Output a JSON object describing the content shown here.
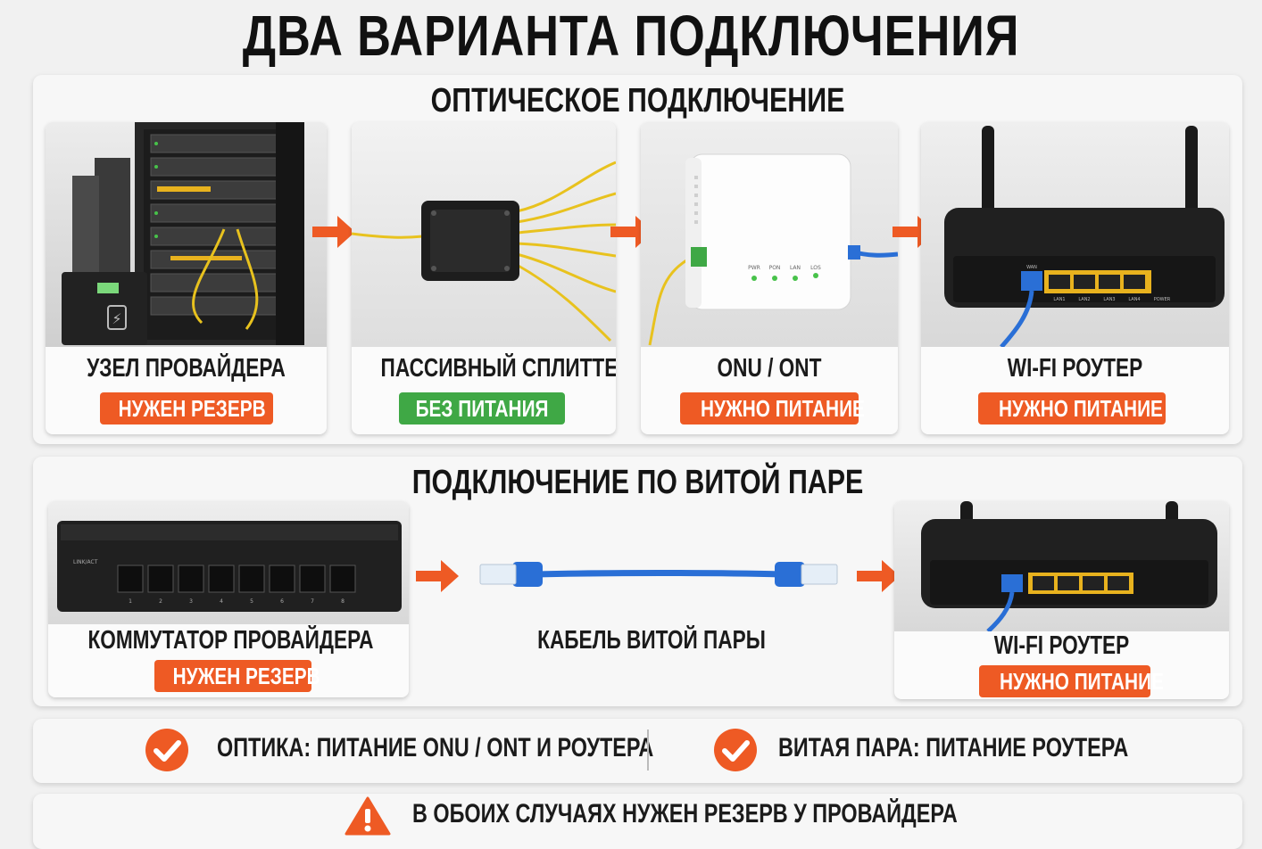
{
  "title": "ДВА ВАРИАНТА ПОДКЛЮЧЕНИЯ ИНТЕРНЕТА",
  "optical": {
    "title": "ОПТИЧЕСКОЕ ПОДКЛЮЧЕНИЕ",
    "cards": [
      {
        "label": "УЗЕЛ ПРОВАЙДЕРА",
        "badge": "НУЖЕН РЕЗЕРВ",
        "badge_color": "#ee5a24"
      },
      {
        "label": "ПАССИВНЫЙ СПЛИТТЕР",
        "badge": "БЕЗ ПИТАНИЯ",
        "badge_color": "#3fa845"
      },
      {
        "label": "ONU / ONT",
        "badge": "НУЖНО ПИТАНИЕ",
        "badge_color": "#ee5a24"
      },
      {
        "label": "WI-FI РОУТЕР",
        "badge": "НУЖНО ПИТАНИЕ",
        "badge_color": "#ee5a24"
      }
    ]
  },
  "twisted": {
    "title": "ПОДКЛЮЧЕНИЕ ПО ВИТОЙ ПАРЕ",
    "cards": [
      {
        "label": "КОММУТАТОР ПРОВАЙДЕРА",
        "badge": "НУЖЕН РЕЗЕРВ",
        "badge_color": "#ee5a24"
      },
      {
        "label": "КАБЕЛЬ ВИТОЙ ПАРЫ"
      },
      {
        "label": "WI-FI РОУТЕР",
        "badge": "НУЖНО ПИТАНИЕ",
        "badge_color": "#ee5a24"
      }
    ]
  },
  "summary": {
    "left": "ОПТИКА: ПИТАНИЕ ONU / ONT И РОУТЕРА",
    "right": "ВИТАЯ ПАРА: ПИТАНИЕ РОУТЕРА"
  },
  "warning": "В ОБОИХ СЛУЧАЯХ НУЖЕН РЕЗЕРВ У ПРОВАЙДЕРА",
  "colors": {
    "accent": "#ee5a24",
    "ok": "#3fa845",
    "router_ports": "#e8b21e",
    "cable": "#2a6fd6"
  },
  "icons": [
    "arrow-right-icon",
    "check-circle-icon",
    "warning-triangle-icon"
  ],
  "device_labels": {
    "ups_icon": "⚡",
    "onu_leds": [
      "PWR",
      "PON",
      "LAN",
      "LOS"
    ],
    "router_ports": [
      "LAN1",
      "LAN2",
      "LAN3",
      "LAN4"
    ],
    "switch_ports": [
      "1",
      "2",
      "3",
      "4",
      "5",
      "6",
      "7",
      "8"
    ],
    "router_wan": "WAN",
    "router_power": "POWER",
    "switch_status": "LINK/ACT"
  }
}
